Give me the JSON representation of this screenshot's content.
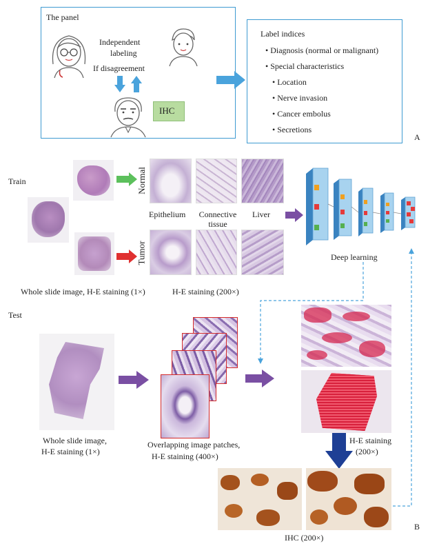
{
  "panel_a": {
    "box_title": "The panel",
    "independent_line1": "Independent",
    "independent_line2": "labeling",
    "disagreement": "If disagreement",
    "ihc_label": "IHC",
    "label_indices_title": "Label indices",
    "bullets": [
      "Diagnosis (normal or malignant)",
      "Special characteristics",
      "Location",
      "Nerve invasion",
      "Cancer embolus",
      "Secretions"
    ],
    "panel_letter": "A"
  },
  "panel_b": {
    "train_label": "Train",
    "normal_label": "Normal",
    "tumor_label": "Tumor",
    "tissue_labels": [
      "Epithelium",
      "Connective tissue",
      "Liver"
    ],
    "wsi_caption_train": "Whole slide image, H-E staining (1×)",
    "he200_caption": "H-E staining (200×)",
    "deep_learning_label": "Deep learning",
    "test_label": "Test",
    "wsi_caption_test_line1": "Whole slide image,",
    "wsi_caption_test_line2": "H-E staining (1×)",
    "patches_caption_line1": "Overlapping image patches,",
    "patches_caption_line2": "H-E staining (400×)",
    "he_result_line1": "H-E staining",
    "he_result_line2": "(200×)",
    "ihc_caption": "IHC (200×)",
    "panel_letter": "B"
  },
  "colors": {
    "box_border": "#3d9ad1",
    "arrow_blue": "#4aa3dc",
    "arrow_purple": "#7a4fa3",
    "arrow_green": "#5cc05c",
    "arrow_red": "#e03030",
    "arrow_navy": "#1e3f95",
    "ihc_box": "#b8dca0",
    "he_pink": "#c9a3d6",
    "ihc_brown": "#a4521d"
  }
}
